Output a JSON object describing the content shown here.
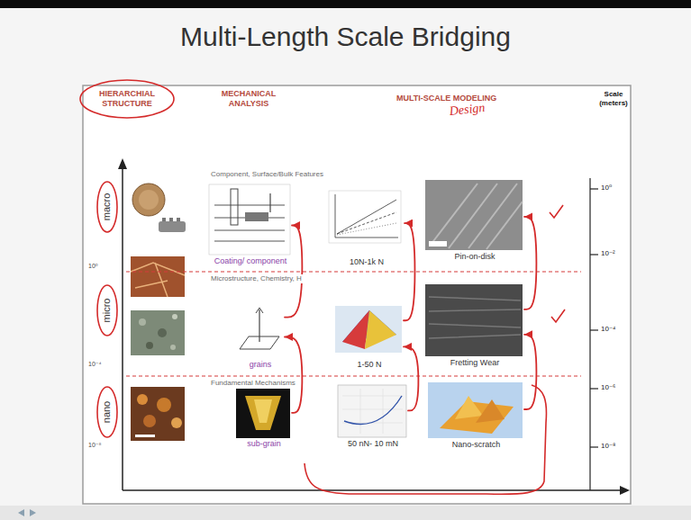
{
  "diagram": {
    "title": "Multi-Length Scale Bridging",
    "nodes": [
      {
        "text": [
          "Coating/ component"
        ]
      },
      {
        "text": [
          "10N-1k N"
        ]
      },
      {
        "text": [
          "Pin-on-disk"
        ]
      },
      {
        "text": [
          "grains"
        ]
      },
      {
        "text": [
          "1-50 N"
        ]
      },
      {
        "text": [
          "Fretting Wear"
        ]
      },
      {
        "text": [
          "sub-grain"
        ]
      },
      {
        "text": [
          "50 nN- 10 mN"
        ]
      },
      {
        "text": [
          "Nano-scratch"
        ]
      }
    ],
    "edges": [
      {
        "from": 6,
        "to": 3,
        "arrow": "to"
      },
      {
        "from": 3,
        "to": 0,
        "arrow": "to"
      },
      {
        "from": 7,
        "to": 4,
        "arrow": "to"
      },
      {
        "from": 4,
        "to": 1,
        "arrow": "to"
      },
      {
        "from": 8,
        "to": 5,
        "arrow": "to"
      },
      {
        "from": 5,
        "to": 2,
        "arrow": "to"
      }
    ],
    "labels": [
      "HIERARCHIAL STRUCTURE",
      "MECHANICAL ANALYSIS",
      "MULTI-SCALE MODELING",
      "Design",
      "Scale (meters)",
      "Component, Surface/Bulk Features",
      "Microstructure, Chemistry, H",
      "Fundamental Mechanisms",
      "macro",
      "micro",
      "nano",
      "10⁰",
      "10⁻⁴",
      "10⁻⁸",
      "10⁰",
      "10⁻²",
      "10⁻⁴",
      "10⁻⁶",
      "10⁻⁸"
    ]
  }
}
